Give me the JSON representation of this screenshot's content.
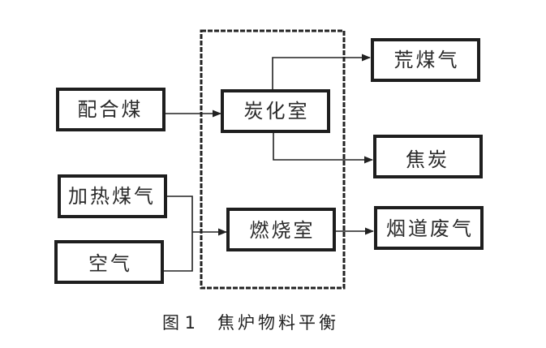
{
  "diagram": {
    "type": "flowchart",
    "caption": {
      "figure_number": "图 1",
      "title": "焦炉物料平衡"
    },
    "group": {
      "name": "coke-oven",
      "style": "dashed"
    },
    "nodes": [
      {
        "id": "blend_coal",
        "label": "配合煤"
      },
      {
        "id": "carbonization_chamber",
        "label": "炭化室"
      },
      {
        "id": "raw_gas",
        "label": "荒煤气"
      },
      {
        "id": "coke",
        "label": "焦炭"
      },
      {
        "id": "heating_gas",
        "label": "加热煤气"
      },
      {
        "id": "air",
        "label": "空气"
      },
      {
        "id": "combustion_chamber",
        "label": "燃烧室"
      },
      {
        "id": "flue_gas",
        "label": "烟道废气"
      }
    ],
    "edges": [
      {
        "from": "blend_coal",
        "to": "carbonization_chamber"
      },
      {
        "from": "carbonization_chamber",
        "to": "raw_gas"
      },
      {
        "from": "carbonization_chamber",
        "to": "coke"
      },
      {
        "from": "heating_gas",
        "to": "combustion_chamber"
      },
      {
        "from": "air",
        "to": "combustion_chamber"
      },
      {
        "from": "combustion_chamber",
        "to": "flue_gas"
      }
    ],
    "colors": {
      "stroke": "#1e1e1e",
      "text": "#2a2a2a",
      "background": "#ffffff"
    }
  }
}
